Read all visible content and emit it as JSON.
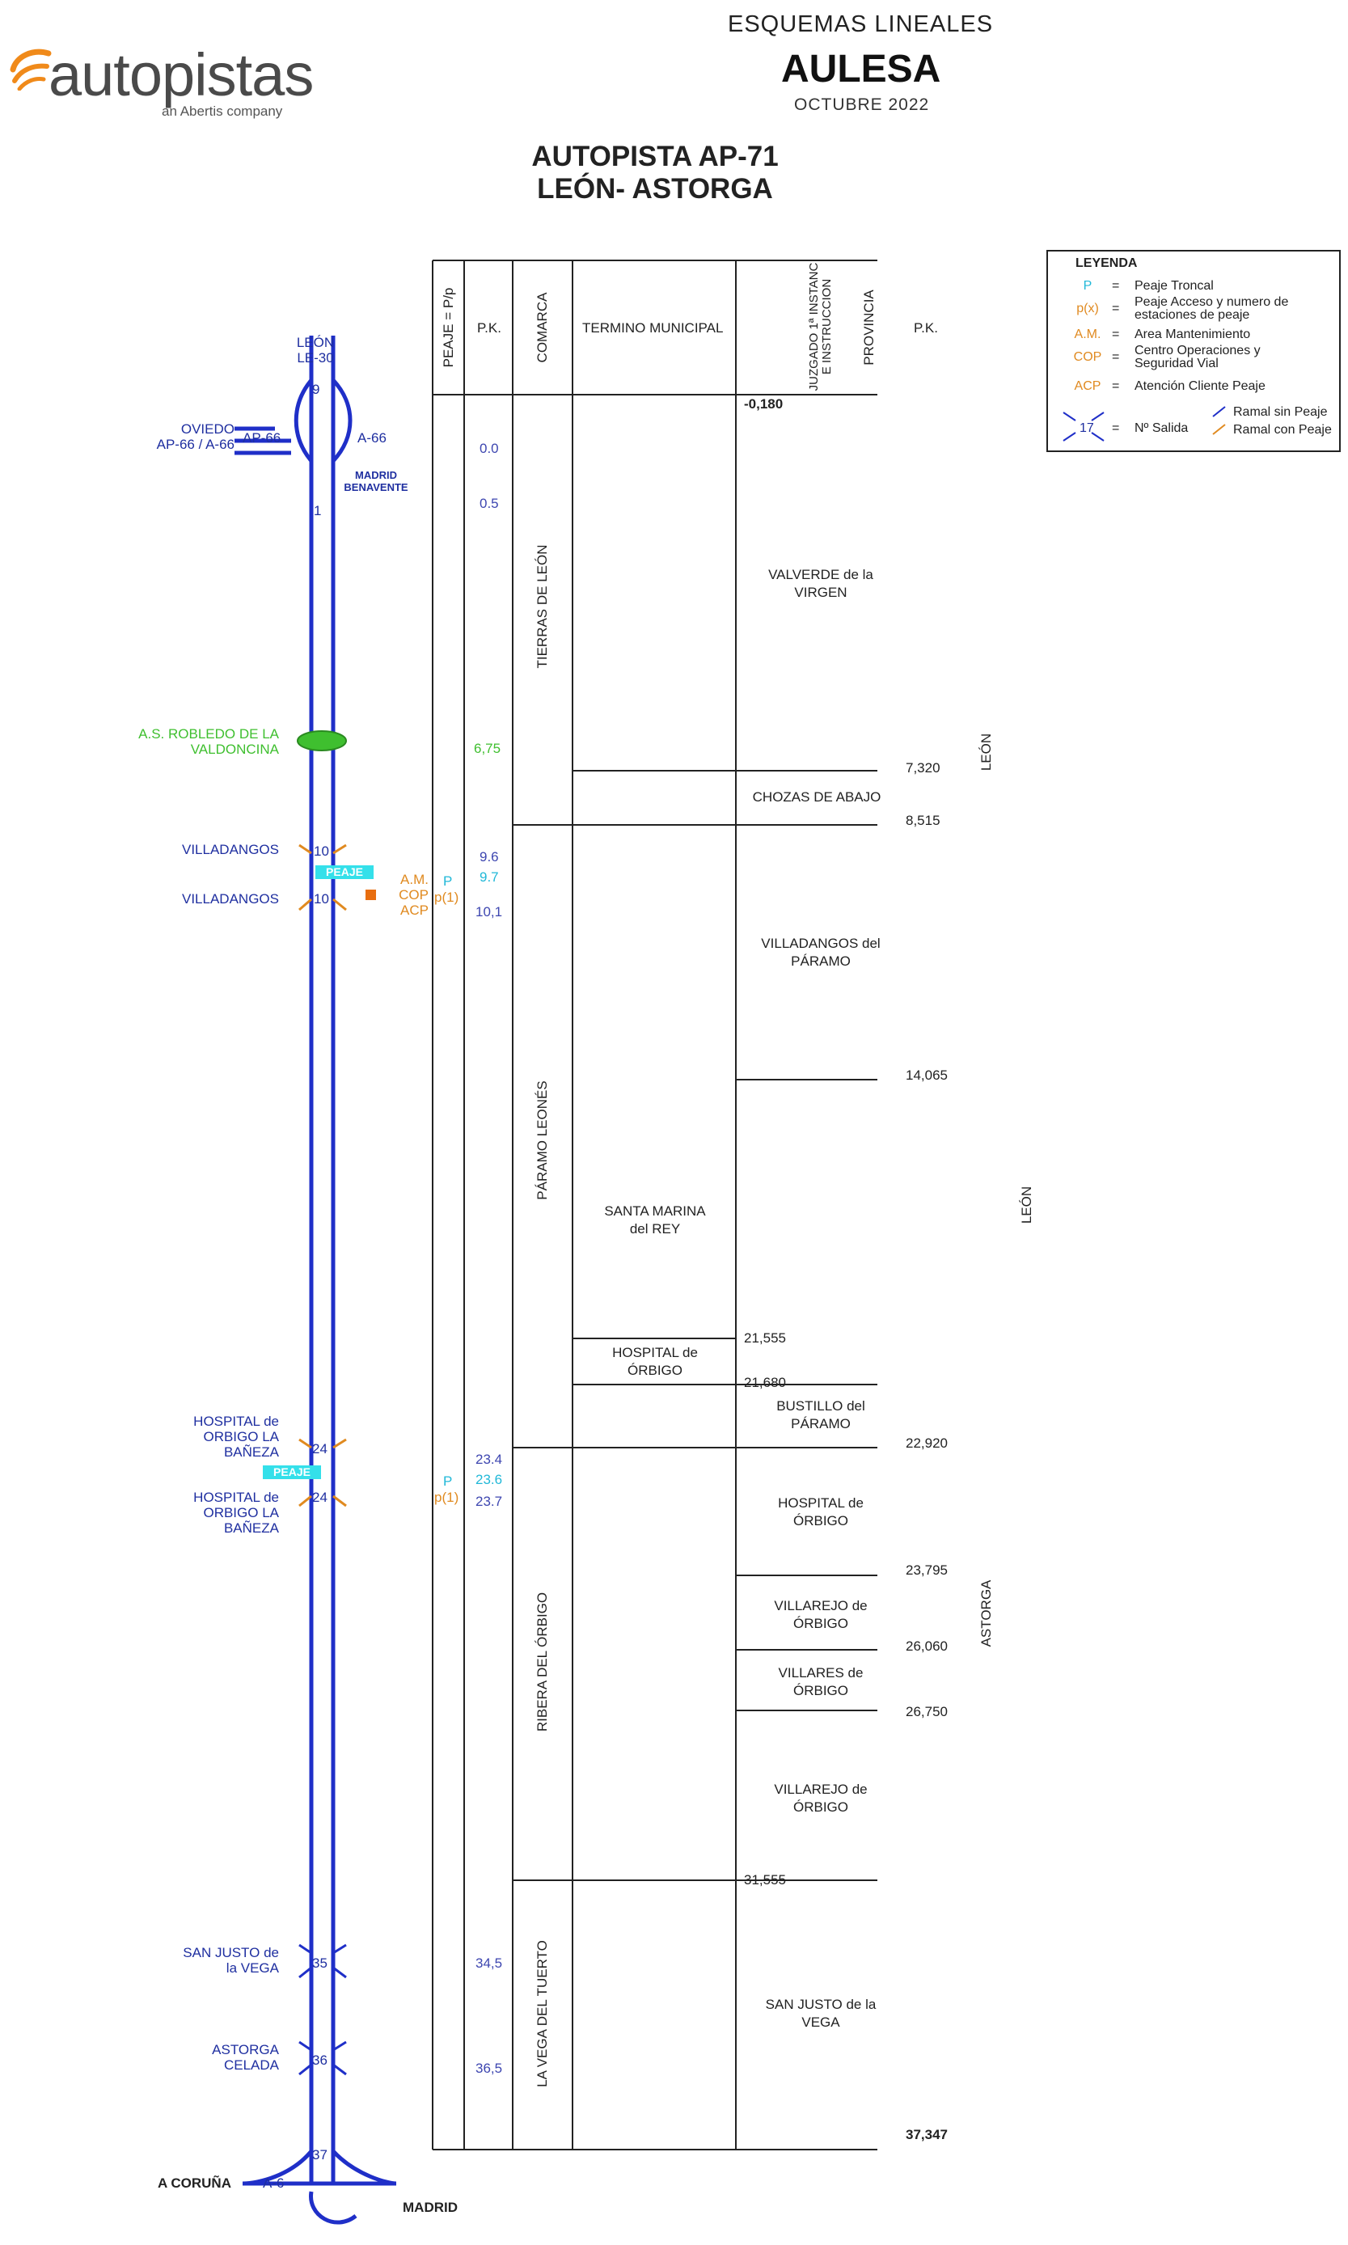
{
  "header": {
    "logo_word": "autopistas",
    "logo_sub": "an Abertis company",
    "title_small": "ESQUEMAS LINEALES",
    "title_big": "AULESA",
    "date": "OCTUBRE 2022",
    "highway_line1": "AUTOPISTA AP-71",
    "highway_line2": "LEÓN- ASTORGA"
  },
  "colors": {
    "road": "#1f2fc8",
    "green": "#3fbf2f",
    "orange": "#e08a20",
    "cyan": "#34e0ea"
  },
  "columns": {
    "peaje": "PEAJE = P/p",
    "pk": "P.K.",
    "comarca": "COMARCA",
    "termino": "TERMINO MUNICIPAL",
    "juzgado": "JUZGADO 1ª INSTANC E INSTRUCCION",
    "provincia": "PROVINCIA",
    "pk_right": "P.K."
  },
  "legend": {
    "title": "LEYENDA",
    "rows": [
      {
        "sym": "P",
        "text": "Peaje Troncal",
        "color": "#21b8d8"
      },
      {
        "sym": "p(x)",
        "text": "Peaje Acceso y numero de estaciones de peaje",
        "color": "#e08a20"
      },
      {
        "sym": "A.M.",
        "text": "Area Mantenimiento",
        "color": "#e08a20"
      },
      {
        "sym": "COP",
        "text": "Centro Operaciones y Seguridad Vial",
        "color": "#e08a20"
      },
      {
        "sym": "ACP",
        "text": "Atención Cliente Peaje",
        "color": "#e08a20"
      }
    ],
    "exit_num": "17",
    "exit_text": "Nº Salida",
    "ramal_sin": "Ramal sin Peaje",
    "ramal_con": "Ramal con Peaje"
  },
  "road": {
    "top_label": "LEÓN",
    "top_route": "LE-30",
    "oviedo": "OVIEDO",
    "oviedo_routes": "AP-66 / A-66",
    "ap66": "AP-66",
    "a66": "A-66",
    "madrid_benavente": "MADRID BENAVENTE",
    "num_9": "9",
    "num_1": "1",
    "service_area": "A.S. ROBLEDO DE LA VALDONCINA",
    "villadangos": "VILLADANGOS",
    "exit_10": "10",
    "peaje": "PEAJE",
    "am_cop_acp": "A.M. COP ACP",
    "hospital": "HOSPITAL de ORBIGO LA BAÑEZA",
    "exit_24": "24",
    "san_justo": "SAN JUSTO de la VEGA",
    "exit_35": "35",
    "astorga_celada": "ASTORGA CELADA",
    "exit_36": "36",
    "exit_37": "37",
    "a_coruna": "A CORUÑA",
    "a6": "A-6",
    "madrid": "MADRID"
  },
  "peaje_col": {
    "p1": "P",
    "p1x": "p(1)",
    "p2": "P",
    "p2x": "p(1)"
  },
  "pk_values": [
    "0.0",
    "0.5",
    "6,75",
    "9.6",
    "9.7",
    "10,1",
    "23.4",
    "23.6",
    "23.7",
    "34,5",
    "36,5"
  ],
  "comarcas": [
    "TIERRAS DE LEÓN",
    "PÁRAMO LEONÉS",
    "RIBERA DEL ÓRBIGO",
    "LA VEGA DEL TUERTO"
  ],
  "municipios": [
    "VALVERDE de la VIRGEN",
    "CHOZAS DE ABAJO",
    "VILLADANGOS del PÁRAMO",
    "SANTA MARINA del REY",
    "HOSPITAL de ÓRBIGO",
    "BUSTILLO del PÁRAMO",
    "HOSPITAL de ÓRBIGO",
    "VILLAREJO de ÓRBIGO",
    "VILLARES de ÓRBIGO",
    "VILLAREJO de ÓRBIGO",
    "SAN JUSTO de la VEGA"
  ],
  "pk_limits": [
    "-0,180",
    "7,320",
    "8,515",
    "14,065",
    "21,555",
    "21,680",
    "22,920",
    "23,795",
    "26,060",
    "26,750",
    "31,555",
    "37,347"
  ],
  "juzgados": [
    "LEÓN",
    "LEÓN",
    "ASTORGA"
  ]
}
